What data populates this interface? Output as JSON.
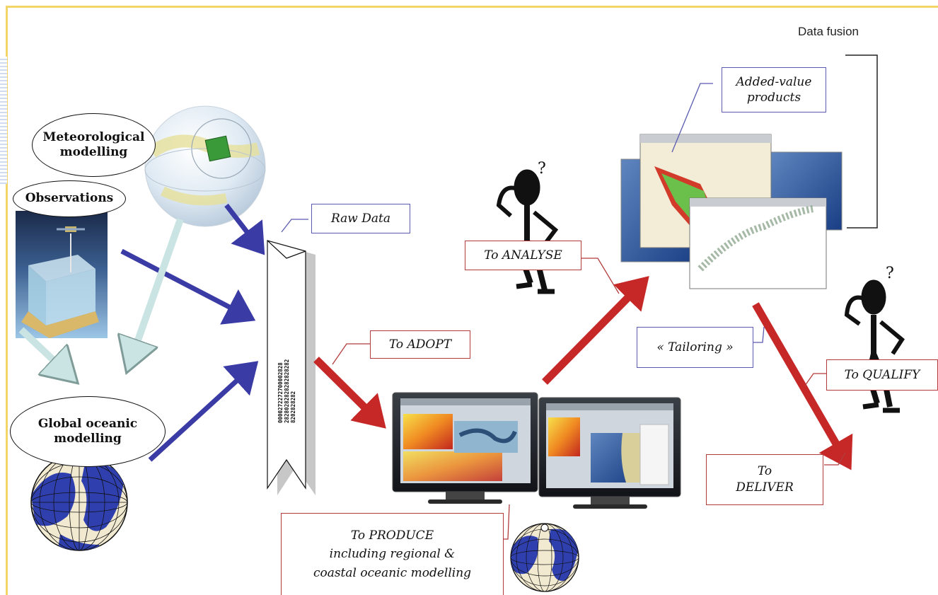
{
  "sources": {
    "meteo": "Meteorological\nmodelling",
    "observations": "Observations",
    "global": "Global oceanic\nmodelling"
  },
  "steps": {
    "raw_data": "Raw Data",
    "adopt": "To ADOPT",
    "analyse": "To ANALYSE",
    "produce": "To PRODUCE\nincluding regional &\ncoastal oceanic modelling",
    "added_value": "Added-value\nproducts",
    "tailoring": "« Tailoring »",
    "qualify": "To QUALIFY",
    "deliver": "To\nDELIVER"
  },
  "data_fusion": "Data fusion",
  "ticket_text": "0000272272700002828\n28280282828282828282\n8202828282",
  "colors": {
    "red_arrow": "#c62828",
    "blue_arrow": "#3b3ba6",
    "pale_arrow": "#c9e4e2",
    "label_red_border": "#b23c3c",
    "label_blue_border": "#5a5ab0",
    "frame": "#f3d56a"
  }
}
